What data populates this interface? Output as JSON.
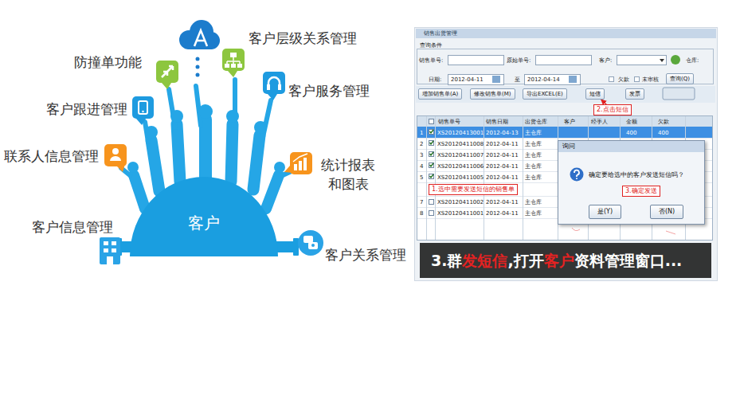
{
  "diagram": {
    "nodes": [
      {
        "text": [
          "客户"
        ]
      },
      {
        "text": [
          "查询(Q)"
        ]
      },
      {
        "text": [
          "增加销售单(A)"
        ]
      },
      {
        "text": [
          "修改销售单(M)"
        ]
      },
      {
        "text": [
          "导出EXCEL(E)"
        ]
      },
      {
        "text": [
          "短信"
        ]
      },
      {
        "text": [
          "发票"
        ]
      },
      {
        "text": [
          "2.点击短信"
        ]
      },
      {
        "text": [
          "1.选中需要发送短信的销售单"
        ]
      },
      {
        "text": [
          "询问",
          "确定要给选中的客户发送短信吗？"
        ]
      },
      {
        "text": [
          "是(Y)"
        ],
        "in": 9
      },
      {
        "text": [
          "否(N)"
        ],
        "in": 9
      },
      {
        "text": [
          "3.确定发送"
        ],
        "in": 9
      },
      {
        "text": [
          "3.群",
          "发短信",
          ",打开",
          "客户",
          "资料管理窗口..."
        ]
      }
    ],
    "edges": [
      {
        "from": 7,
        "to": 5,
        "arrow": "to"
      },
      {
        "from": 12,
        "to": 10,
        "arrow": "to"
      }
    ],
    "labels": [
      "客户层级关系管理",
      "防撞单功能",
      "客户服务管理",
      "客户跟进管理",
      "联系人信息管理",
      "统计报表和图表",
      "客户信息管理",
      "客户关系管理",
      "销售出货管理",
      "查询条件",
      "销售单号:",
      "原始单号:",
      "客户:",
      "仓库:",
      "日期:",
      "2012-04-11",
      "至",
      "2012-04-14",
      "欠款",
      "未审核",
      "销售单号",
      "销售日期",
      "出货仓库",
      "客户",
      "经手人",
      "金额",
      "欠款",
      "1",
      "XS20120413001",
      "2012-04-13",
      "主仓库",
      "400",
      "400",
      "2",
      "XS20120411008",
      "2012-04-11",
      "主仓库",
      "3",
      "XS20120411007",
      "2012-04-11",
      "主仓库",
      "4",
      "XS20120411006",
      "2012-04-11",
      "主仓库",
      "5",
      "XS20120411005",
      "2012-04-11",
      "主仓库",
      "7",
      "XS20120411002",
      "2012-04-11",
      "主仓库",
      "8",
      "XS20120411001",
      "2012-04-11",
      "主仓库"
    ]
  }
}
